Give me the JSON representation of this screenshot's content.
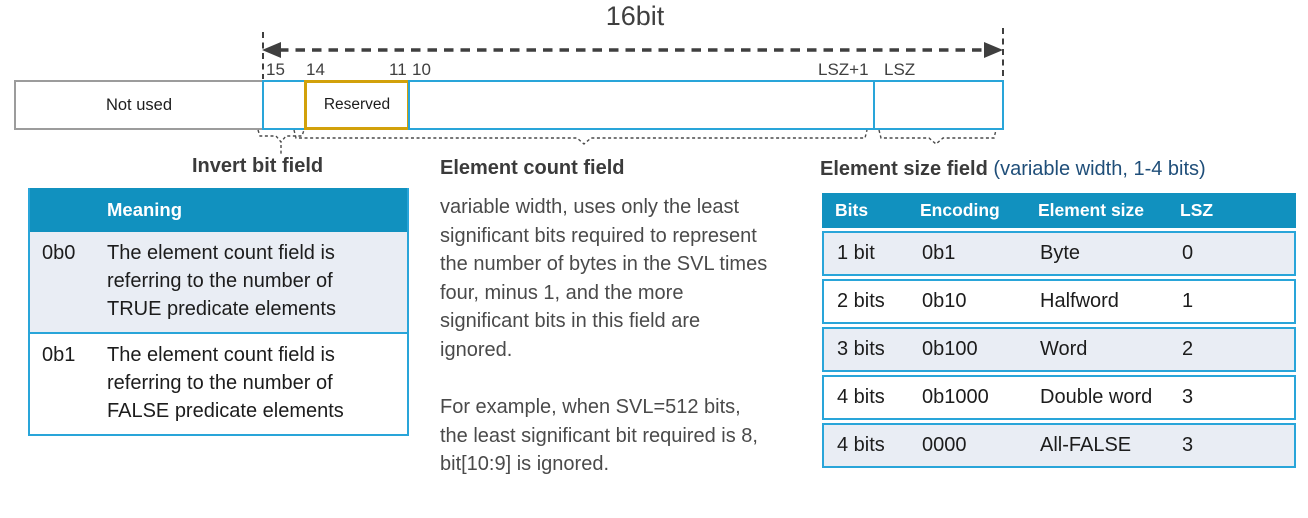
{
  "colors": {
    "cyan_border": "#29A5D9",
    "gold_border": "#D2A10A",
    "gray_border": "#9C9C9C",
    "table_header_blue": "#1191BF",
    "row_light": "#E9EDF4",
    "text_dark": "#3F3F3F",
    "subtitle_navy": "#1F4E79"
  },
  "bitfield": {
    "width_label": "16bit",
    "bit_labels": [
      "15",
      "14",
      "11",
      "10",
      "LSZ+1",
      "LSZ"
    ],
    "segments": {
      "not_used": "Not used",
      "invert": "",
      "reserved": "Reserved",
      "element_count": "",
      "element_size": ""
    }
  },
  "invert_field": {
    "title": "Invert bit field",
    "table": {
      "code_header": "",
      "meaning_header": "Meaning",
      "rows": [
        {
          "code": "0b0",
          "meaning": "The element count field is referring to the number of TRUE predicate elements"
        },
        {
          "code": "0b1",
          "meaning": "The element count field is referring to the number of FALSE predicate elements"
        }
      ]
    }
  },
  "count_field": {
    "title": "Element count field",
    "paragraph1": "variable width, uses only the least significant bits required to represent the number of bytes in the SVL times four, minus 1, and the more significant bits in this field are ignored.",
    "paragraph2": "For example, when SVL=512 bits, the least significant bit required is 8, bit[10:9] is ignored."
  },
  "size_field": {
    "title": "Element size field",
    "subtitle": "(variable width, 1-4 bits)",
    "table": {
      "headers": [
        "Bits",
        "Encoding",
        "Element size",
        "LSZ"
      ],
      "rows": [
        [
          "1 bit",
          "0b1",
          "Byte",
          "0"
        ],
        [
          "2 bits",
          "0b10",
          "Halfword",
          "1"
        ],
        [
          "3 bits",
          "0b100",
          "Word",
          "2"
        ],
        [
          "4 bits",
          "0b1000",
          "Double word",
          "3"
        ],
        [
          "4 bits",
          "0000",
          "All-FALSE",
          "3"
        ]
      ]
    }
  }
}
